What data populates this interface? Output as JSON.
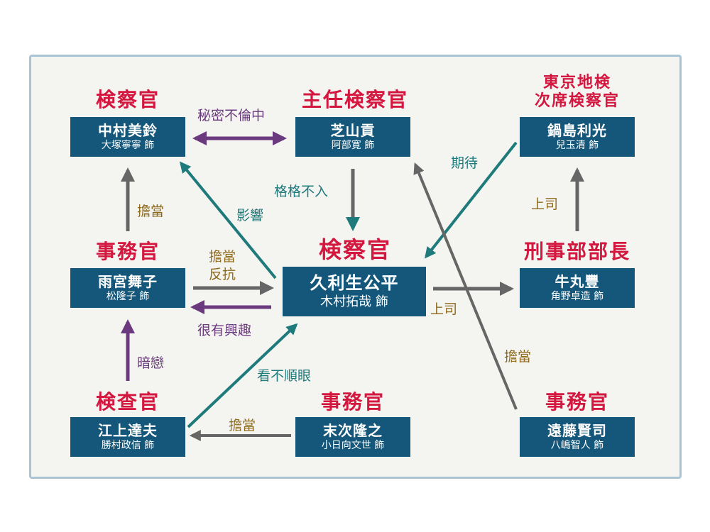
{
  "colors": {
    "role_red": "#d3173f",
    "card_blue": "#14577a",
    "arrow_gray": "#666666",
    "arrow_purple": "#6b3a7e",
    "arrow_teal": "#1e7a7b",
    "label_gold": "#8e6a1c",
    "frame_border": "#a9c4d2"
  },
  "nodes": {
    "nakamura": {
      "role": "検察官",
      "name": "中村美鈴",
      "actor": "大塚寧寧 飾"
    },
    "shibayama": {
      "role": "主任検察官",
      "name": "芝山貢",
      "actor": "阿部寛 飾"
    },
    "nabeshima": {
      "role": "東京地検\n次席検察官",
      "name": "鍋島利光",
      "actor": "兒玉清 飾"
    },
    "amamiya": {
      "role": "事務官",
      "name": "雨宮舞子",
      "actor": "松隆子 飾"
    },
    "kuryu": {
      "role": "検察官",
      "name": "久利生公平",
      "actor": "木村拓哉 飾"
    },
    "ushimaru": {
      "role": "刑事部部長",
      "name": "牛丸豐",
      "actor": "角野卓造 飾"
    },
    "egami": {
      "role": "検查官",
      "name": "江上達夫",
      "actor": "勝村政信 飾"
    },
    "suetsugu": {
      "role": "事務官",
      "name": "末次隆之",
      "actor": "小日向文世 飾"
    },
    "endo": {
      "role": "事務官",
      "name": "遠藤賢司",
      "actor": "八嶋智人 飾"
    }
  },
  "relations": {
    "secret_affair": "秘密不倫中",
    "friction": "格格不入",
    "influence": "影響",
    "expectation": "期待",
    "boss_nabeshima": "上司",
    "assign_amamiya": "擔當",
    "assign_resist": "擔當\n反抗",
    "boss_ushimaru": "上司",
    "interest": "很有興趣",
    "crush": "暗戀",
    "dislike": "看不順眼",
    "assign_suetsugu": "擔當",
    "assign_endo": "擔當"
  }
}
